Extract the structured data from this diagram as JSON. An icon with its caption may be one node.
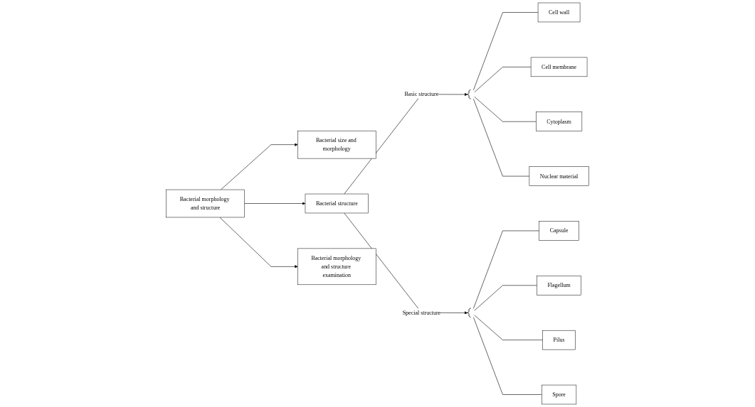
{
  "diagram": {
    "nodes": [
      {
        "text": [
          "Bacterial morphology and structure"
        ]
      },
      {
        "text": [
          "Bacterial size and morphology"
        ]
      },
      {
        "text": [
          "Bacterial structure"
        ]
      },
      {
        "text": [
          "Bacterial morphology and structure examination"
        ]
      },
      {
        "text": [],
        "shape": "brace"
      },
      {
        "text": [
          "Cell wall"
        ]
      },
      {
        "text": [
          "Cell membrane"
        ]
      },
      {
        "text": [
          "Cytoplasm"
        ]
      },
      {
        "text": [
          "Nuclear material"
        ]
      },
      {
        "text": [],
        "shape": "brace"
      },
      {
        "text": [
          "Capsule"
        ]
      },
      {
        "text": [
          "Flagellum"
        ]
      },
      {
        "text": [
          "Pilus"
        ]
      },
      {
        "text": [
          "Spore"
        ]
      }
    ],
    "edges": [
      {
        "from": 0,
        "to": 1,
        "arrow": "to"
      },
      {
        "from": 0,
        "to": 2,
        "arrow": "to"
      },
      {
        "from": 0,
        "to": 3,
        "arrow": "to"
      },
      {
        "from": 2,
        "to": 4,
        "arrow": "to",
        "label": "Basic structure"
      },
      {
        "from": 2,
        "to": 9,
        "arrow": "to",
        "label": "Special structure"
      },
      {
        "from": 4,
        "to": 5,
        "arrow": "none"
      },
      {
        "from": 4,
        "to": 6,
        "arrow": "none"
      },
      {
        "from": 4,
        "to": 7,
        "arrow": "none"
      },
      {
        "from": 4,
        "to": 8,
        "arrow": "none"
      },
      {
        "from": 9,
        "to": 10,
        "arrow": "none"
      },
      {
        "from": 9,
        "to": 11,
        "arrow": "none"
      },
      {
        "from": 9,
        "to": 12,
        "arrow": "none"
      },
      {
        "from": 9,
        "to": 13,
        "arrow": "none"
      }
    ]
  }
}
